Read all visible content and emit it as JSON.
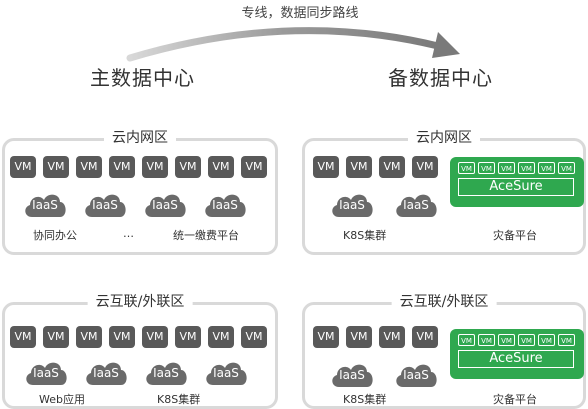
{
  "top_caption": "专线，数据同步路线",
  "main_dc_title": "主数据中心",
  "backup_dc_title": "备数据中心",
  "vm_label": "VM",
  "cloud_label": "IaaS",
  "acesure_label": "AceSure",
  "left_cloud_zone": {
    "title": "云内网区",
    "labels": [
      "协同办公",
      "…",
      "统一缴费平台"
    ]
  },
  "right_cloud_zone": {
    "title": "云内网区",
    "labels": [
      "K8S集群",
      "灾备平台"
    ]
  },
  "left_internet_zone": {
    "title": "云互联/外联区",
    "labels": [
      "Web应用",
      "K8S集群"
    ]
  },
  "right_internet_zone": {
    "title": "云互联/外联区",
    "labels": [
      "K8S集群",
      "灾备平台"
    ]
  },
  "colors": {
    "vm": "#595959",
    "cloud": "#6a6a6a",
    "acesure": "#2fa84f",
    "border": "#d9d9d9"
  },
  "icons": {
    "sync_arrow": "curved-arrow-icon",
    "cloud": "cloud-icon"
  }
}
